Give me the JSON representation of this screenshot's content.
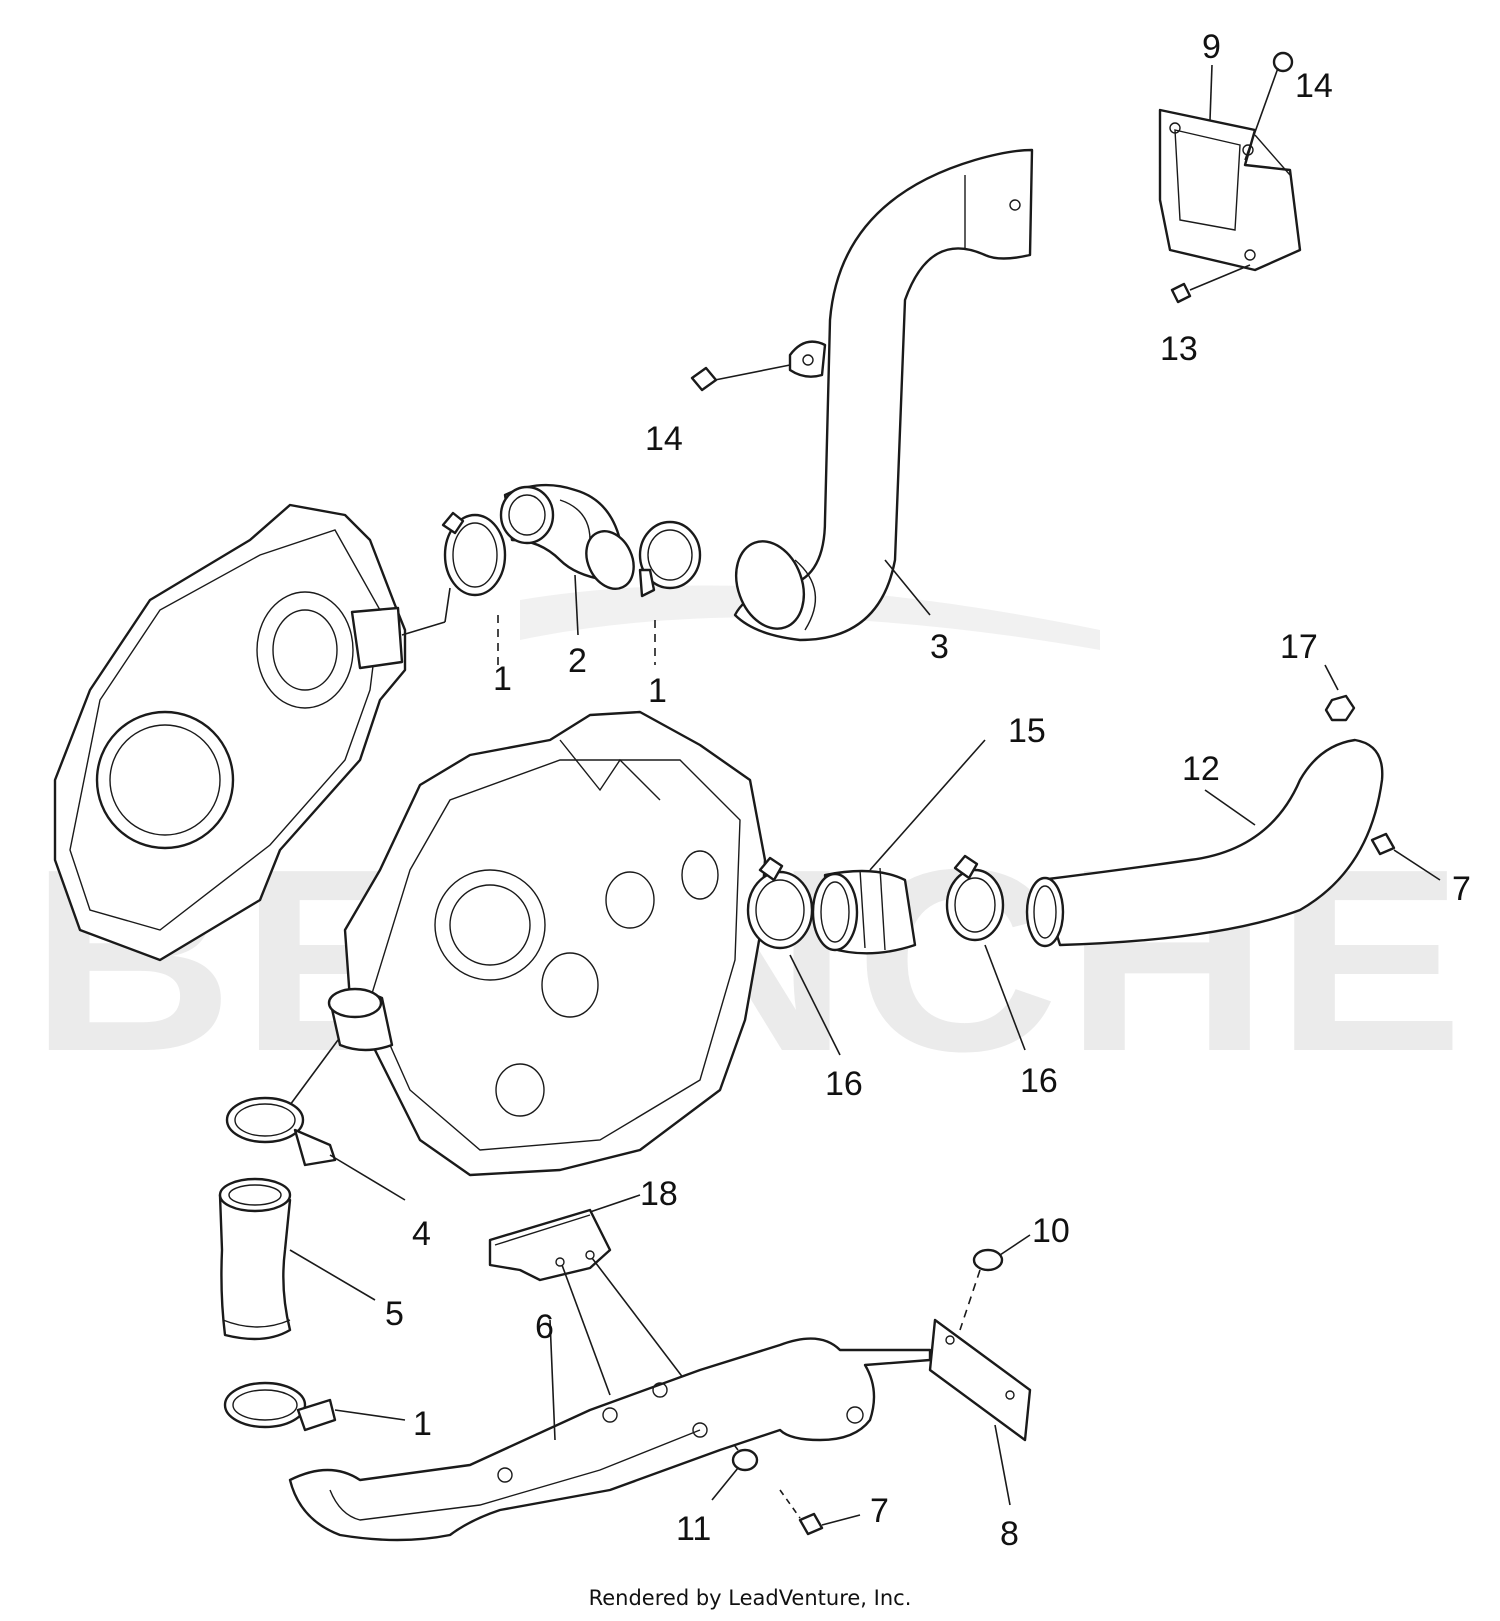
{
  "callouts": [
    {
      "id": "c9",
      "text": "9"
    },
    {
      "id": "c14a",
      "text": "14"
    },
    {
      "id": "c13",
      "text": "13"
    },
    {
      "id": "c14b",
      "text": "14"
    },
    {
      "id": "c1a",
      "text": "1"
    },
    {
      "id": "c2",
      "text": "2"
    },
    {
      "id": "c1b",
      "text": "1"
    },
    {
      "id": "c3",
      "text": "3"
    },
    {
      "id": "c17",
      "text": "17"
    },
    {
      "id": "c15",
      "text": "15"
    },
    {
      "id": "c12",
      "text": "12"
    },
    {
      "id": "c7a",
      "text": "7"
    },
    {
      "id": "c16a",
      "text": "16"
    },
    {
      "id": "c16b",
      "text": "16"
    },
    {
      "id": "c4",
      "text": "4"
    },
    {
      "id": "c18",
      "text": "18"
    },
    {
      "id": "c10",
      "text": "10"
    },
    {
      "id": "c5",
      "text": "5"
    },
    {
      "id": "c6",
      "text": "6"
    },
    {
      "id": "c1c",
      "text": "1"
    },
    {
      "id": "c11",
      "text": "11"
    },
    {
      "id": "c7b",
      "text": "7"
    },
    {
      "id": "c8",
      "text": "8"
    }
  ],
  "watermark": "BENNCHE",
  "credit": "Rendered by LeadVenture, Inc."
}
